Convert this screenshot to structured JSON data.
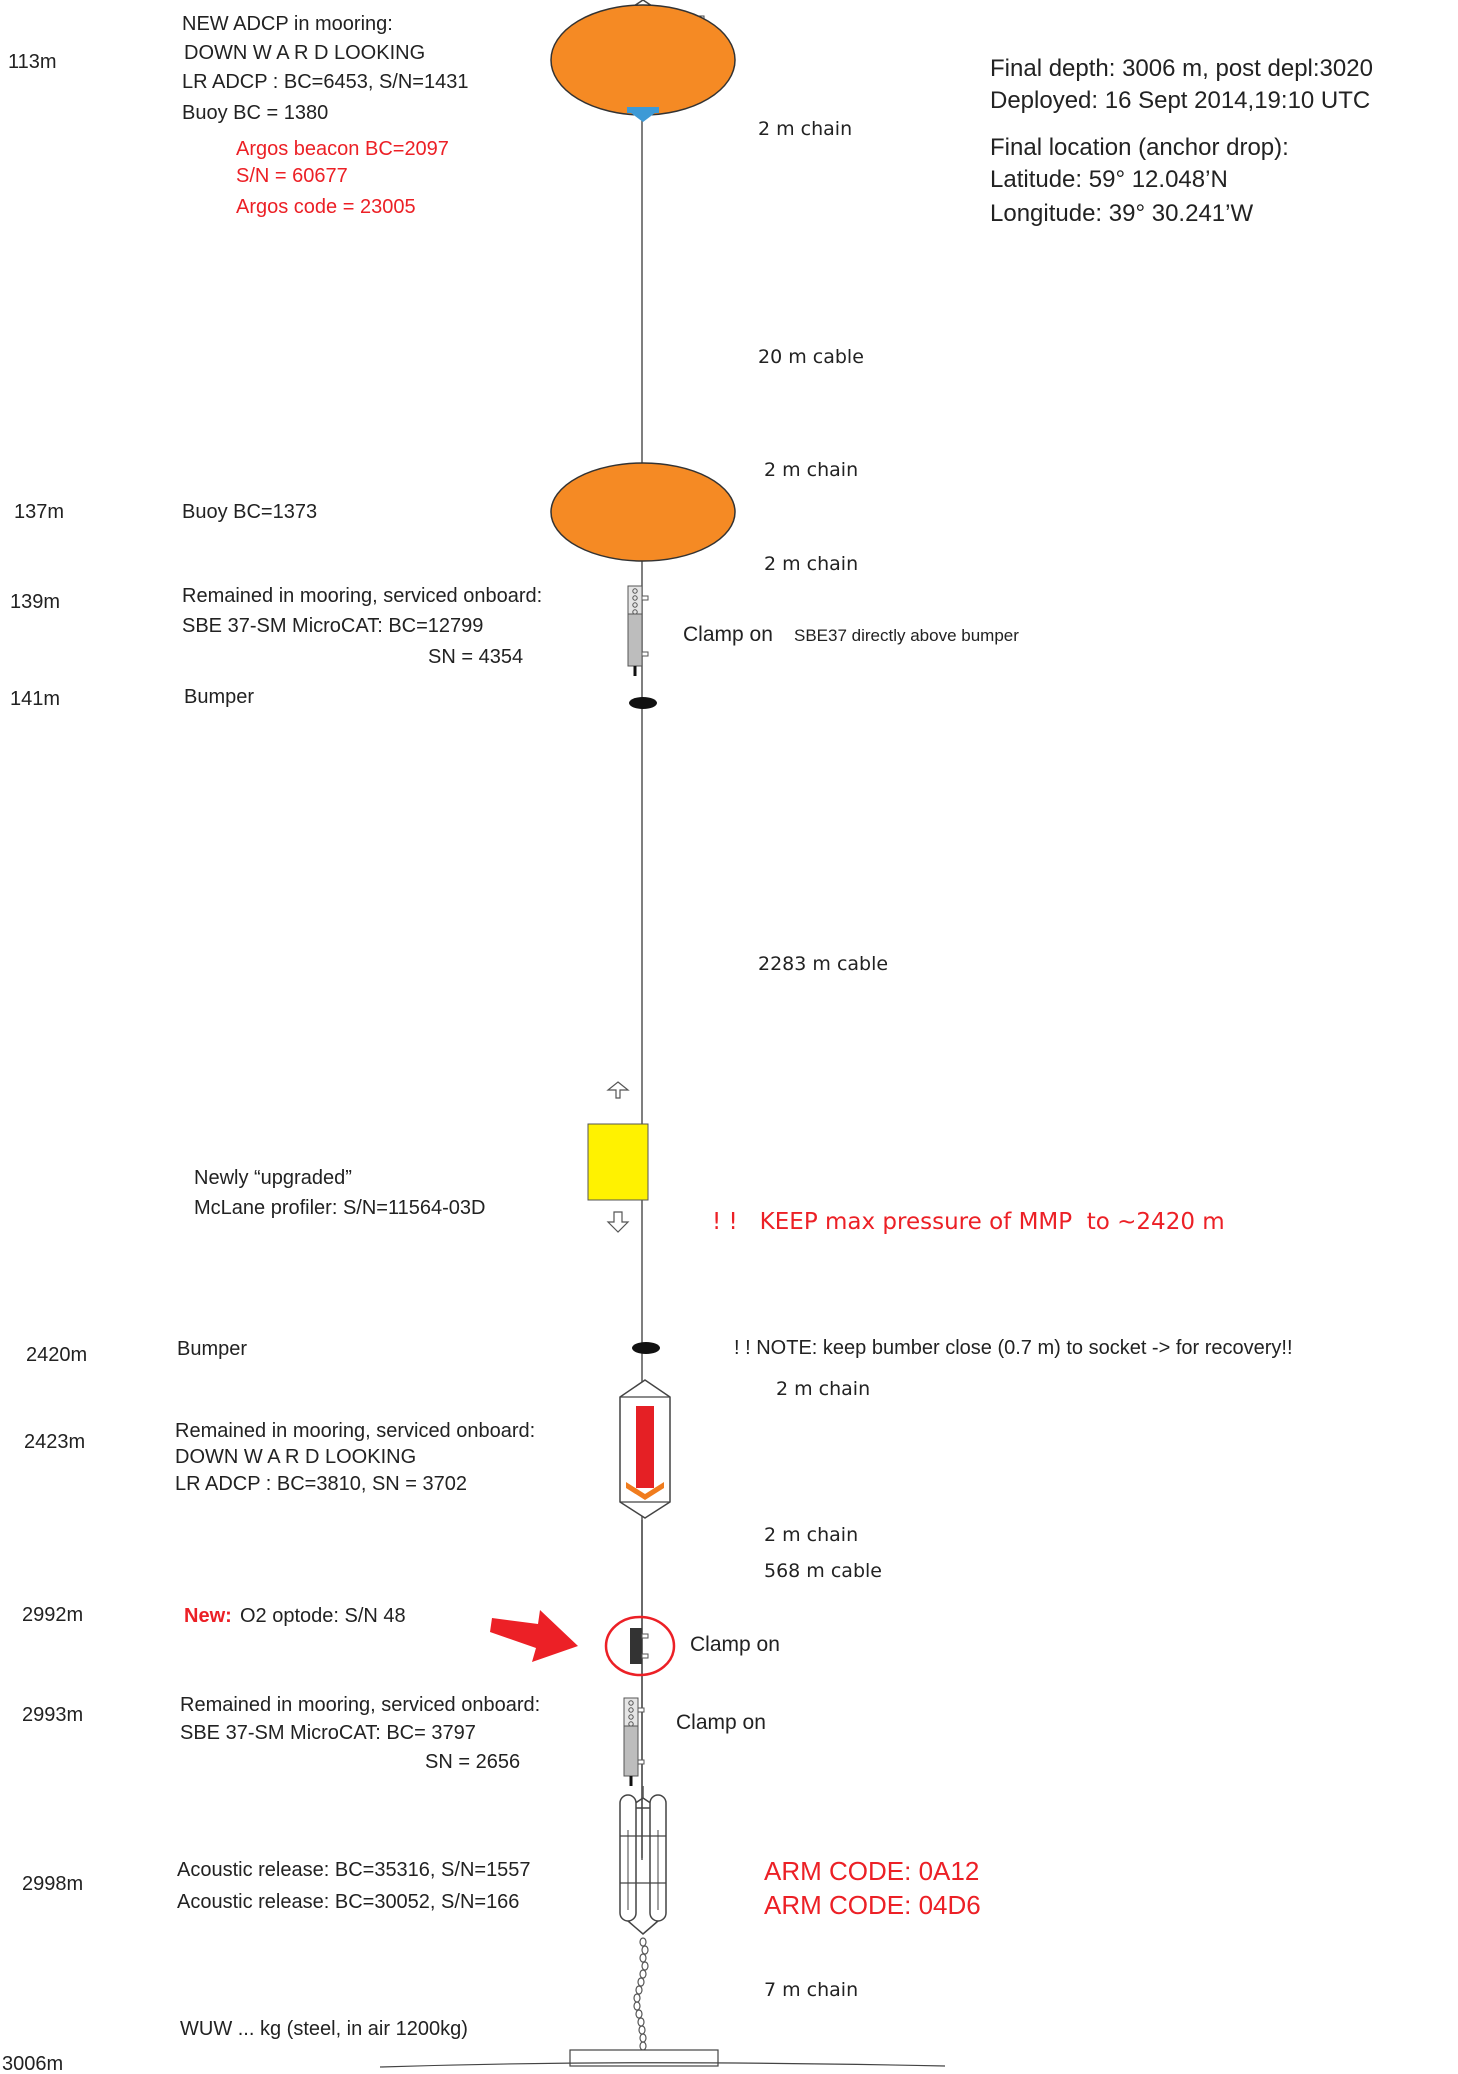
{
  "depths": {
    "d113": "113m",
    "d137": "137m",
    "d139": "139m",
    "d141": "141m",
    "d2420": "2420m",
    "d2423": "2423m",
    "d2992": "2992m",
    "d2993": "2993m",
    "d2998": "2998m",
    "d3006": "3006m"
  },
  "top_buoy": {
    "line1": "NEW ADCP in mooring:",
    "line2": "DOWN W A R D   LOOKING",
    "line3": "LR ADCP : BC=6453, S/N=1431",
    "line4": "Buoy BC = 1380",
    "argos1": "Argos beacon BC=2097",
    "argos2": "S/N = 60677",
    "argos3": "Argos code = 23005"
  },
  "info": {
    "line1": "Final depth: 3006 m, post depl:3020",
    "line2": "Deployed: 16 Sept 2014,19:10 UTC",
    "line3": "Final location (anchor drop):",
    "line4": "Latitude: 59° 12.048’N",
    "line5": "Longitude: 39° 30.241’W"
  },
  "segments": {
    "s1": "2 m chain",
    "s2": "20 m cable",
    "s3": "2 m chain",
    "s4": "2 m chain",
    "s5": "2283 m cable",
    "s6": "2 m chain",
    "s7": "2 m chain",
    "s8": "568 m cable",
    "s9": "7 m chain"
  },
  "buoy2": {
    "label": "Buoy BC=1373"
  },
  "microcat1": {
    "line1": "Remained in mooring, serviced onboard:",
    "line2": "SBE 37-SM MicroCAT: BC=12799",
    "line3": "SN = 4354",
    "clamp_a": "Clamp on",
    "clamp_b": "SBE37 directly above bumper"
  },
  "bumper1": {
    "label": "Bumper"
  },
  "profiler": {
    "line1": "Newly “upgraded”",
    "line2": "McLane profiler: S/N=11564-03D",
    "warning": "! !   KEEP max pressure of MMP  to ~2420 m"
  },
  "bumper2": {
    "label": "Bumper",
    "note": "! ! NOTE: keep bumber close (0.7 m) to socket -> for recovery!!"
  },
  "adcp2": {
    "line1": "Remained in mooring, serviced onboard:",
    "line2": "DOWN W A R D   LOOKING",
    "line3": "LR ADCP : BC=3810, SN = 3702"
  },
  "optode": {
    "new": "New:",
    "label": "O2 optode: S/N 48",
    "clamp": "Clamp on"
  },
  "microcat2": {
    "line1": "Remained in mooring, serviced onboard:",
    "line2": "SBE 37-SM MicroCAT: BC= 3797",
    "line3": "SN = 2656",
    "clamp": "Clamp on"
  },
  "release": {
    "line1": "Acoustic release: BC=35316, S/N=1557",
    "line2": "Acoustic release: BC=30052, S/N=166",
    "arm1": "ARM CODE: 0A12",
    "arm2": "ARM CODE: 04D6"
  },
  "anchor": {
    "label": "WUW ... kg (steel, in air 1200kg)"
  },
  "colors": {
    "buoy": "#f58a24",
    "profiler": "#fff200",
    "red": "#ec2026",
    "adcp_red": "#e52025",
    "adcp_orange": "#f07c1e",
    "blue": "#3d9ad6"
  }
}
